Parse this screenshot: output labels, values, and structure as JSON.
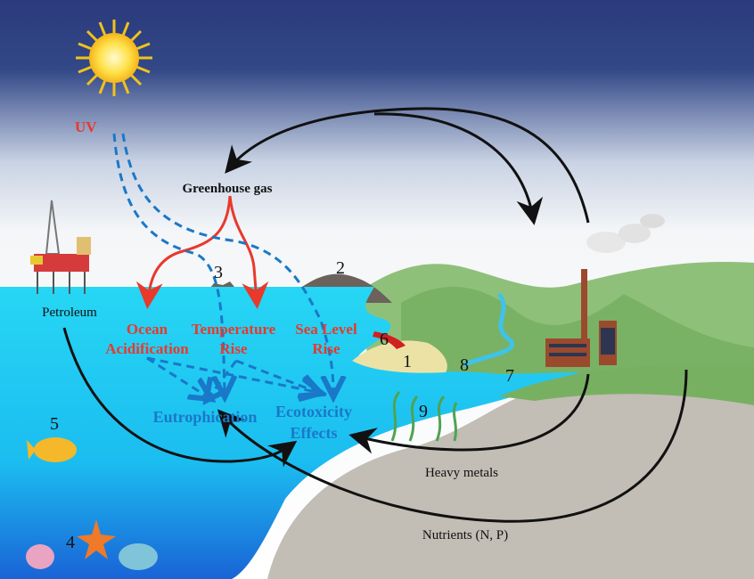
{
  "labels": {
    "uv": "UV",
    "greenhouse_gas": "Greenhouse gas",
    "petroleum": "Petroleum",
    "ocean_acidification": [
      "Ocean",
      "Acidification"
    ],
    "temperature_rise": [
      "Temperature",
      "Rise"
    ],
    "sea_level_rise": [
      "Sea Level",
      "Rise"
    ],
    "eutrophication": "Eutrophication",
    "ecotoxicity_effects": [
      "Ecotoxicity",
      "Effects"
    ],
    "heavy_metals": "Heavy metals",
    "nutrients": "Nutrients (N, P)"
  },
  "numbers": [
    "1",
    "2",
    "3",
    "4",
    "5",
    "6",
    "7",
    "8",
    "9"
  ],
  "colors": {
    "red": "#e8392b",
    "blue": "#1a78c8",
    "sea": "#1ccff2",
    "sky_top": "#2b3a7c"
  }
}
